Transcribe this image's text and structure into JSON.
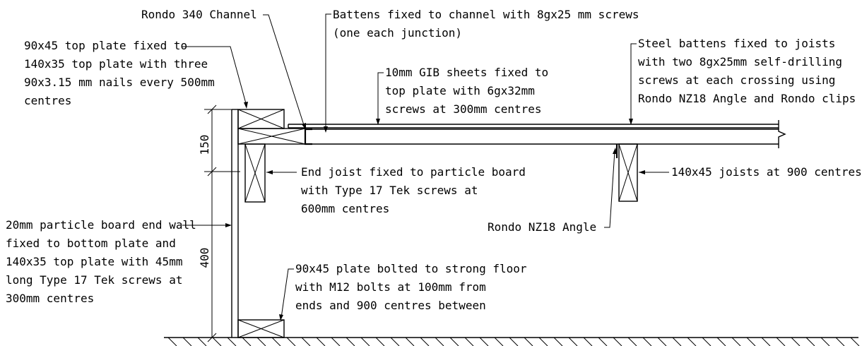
{
  "labels": {
    "rondo_channel": "Rondo 340 Channel",
    "top_plate": [
      "90x45 top plate fixed to",
      "140x35 top plate with three",
      "90x3.15 mm nails every 500mm",
      "centres"
    ],
    "battens_channel": [
      "Battens fixed to channel with 8gx25 mm screws",
      "(one each junction)"
    ],
    "gib_sheets": [
      "10mm GIB sheets fixed to",
      "top plate with 6gx32mm",
      "screws at 300mm centres"
    ],
    "steel_battens": [
      "Steel battens fixed to joists",
      "with two 8gx25mm self-drilling",
      "screws at each crossing using",
      "Rondo NZ18 Angle and Rondo clips"
    ],
    "end_joist": [
      "End joist fixed to particle board",
      "with Type 17 Tek screws at",
      "600mm centres"
    ],
    "joists": "140x45 joists at 900 centres",
    "nz18_angle": "Rondo NZ18 Angle",
    "particle_board": [
      "20mm particle board end wall",
      "fixed to  bottom plate  and",
      "140x35 top plate with 45mm",
      "long Type 17 Tek screws at",
      "300mm centres"
    ],
    "bottom_plate": [
      "90x45 plate bolted to strong floor",
      "with M12 bolts at 100mm from",
      "ends and 900 centres between"
    ]
  },
  "dimensions": {
    "upper": "150",
    "lower": "400"
  }
}
